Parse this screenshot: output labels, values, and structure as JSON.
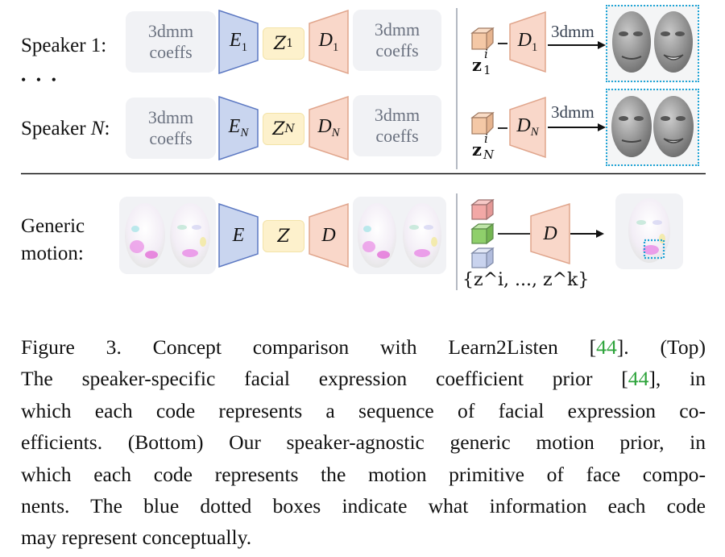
{
  "diagram": {
    "rows": [
      {
        "label_prefix": "Speaker 1:",
        "label_italic": "",
        "label_suffix": "",
        "input_coeffs": [
          "3dmm",
          "coeffs"
        ],
        "encoder": {
          "symbol": "E",
          "sub": "1"
        },
        "latent": {
          "symbol": "Z",
          "sub": "1"
        },
        "decoder": {
          "symbol": "D",
          "sub": "1"
        },
        "output_coeffs": [
          "3dmm",
          "coeffs"
        ],
        "code": {
          "symbol": "z",
          "sup": "i",
          "sub": "1"
        },
        "right_decoder": {
          "symbol": "D",
          "sub": "1"
        },
        "arrow_label": "3dmm"
      },
      {
        "label_prefix": "Speaker ",
        "label_italic": "N",
        "label_suffix": ":",
        "input_coeffs": [
          "3dmm",
          "coeffs"
        ],
        "encoder": {
          "symbol": "E",
          "sub": "N"
        },
        "latent": {
          "symbol": "Z",
          "sub": "N"
        },
        "decoder": {
          "symbol": "D",
          "sub": "N"
        },
        "output_coeffs": [
          "3dmm",
          "coeffs"
        ],
        "code": {
          "symbol": "z",
          "sup": "i",
          "sub": "N"
        },
        "right_decoder": {
          "symbol": "D",
          "sub": "N"
        },
        "arrow_label": "3dmm"
      }
    ],
    "ellipsis": "• • •",
    "generic": {
      "label": [
        "Generic",
        "motion:"
      ],
      "encoder": "E",
      "latent": "Z",
      "decoder": "D",
      "right_decoder": "D",
      "codes_set": "{z^i, ..., z^k}"
    },
    "colors": {
      "encoder_fill": "#c9d5ef",
      "encoder_stroke": "#5c78c2",
      "decoder_fill": "#f9d7c9",
      "decoder_stroke": "#e0a58c",
      "latent_fill": "#fdf1cc",
      "coeffs_bg": "#f1f2f5",
      "dotted_box": "#1ea4d6",
      "cube_orange": "#f4c8a6",
      "cube_red": "#f2a8a6",
      "cube_green": "#8fcf6b",
      "cube_blue": "#c9d3ee",
      "cite": "#2ca33a"
    }
  },
  "caption": {
    "lines": [
      [
        {
          "t": "Figure 3.  Concept comparison with Learn2Listen ["
        },
        {
          "t": "44",
          "cite": true
        },
        {
          "t": "].  (Top)"
        }
      ],
      [
        {
          "t": "The speaker-specific facial expression coefficient prior ["
        },
        {
          "t": "44",
          "cite": true
        },
        {
          "t": "], in"
        }
      ],
      [
        {
          "t": "which each code represents a sequence of facial expression co-"
        }
      ],
      [
        {
          "t": "efficients. (Bottom) Our speaker-agnostic generic motion prior, in"
        }
      ],
      [
        {
          "t": "which each code represents the motion primitive of face compo-"
        }
      ],
      [
        {
          "t": "nents. The blue dotted boxes indicate what information each code"
        }
      ],
      [
        {
          "t": "may represent conceptually."
        }
      ]
    ]
  }
}
